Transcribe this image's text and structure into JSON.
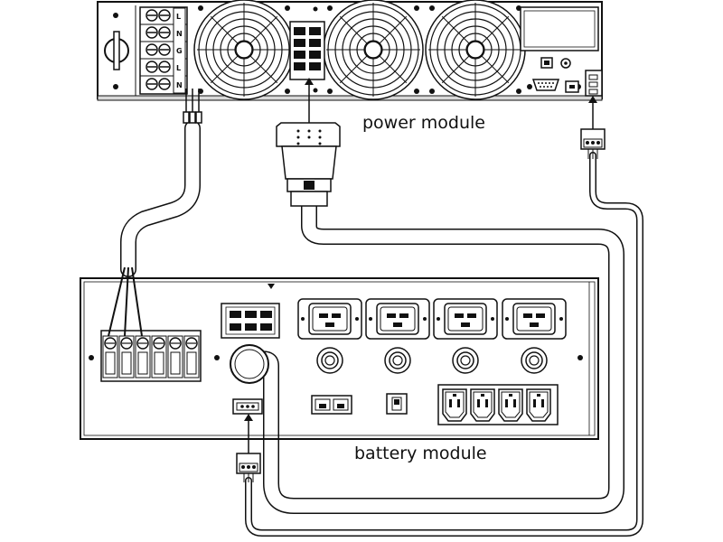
{
  "labels": {
    "power_module": "power module",
    "battery_module": "battery module"
  },
  "terminal_letters": [
    "L",
    "N",
    "G",
    "L",
    "N"
  ],
  "colors": {
    "line": "#111111",
    "panel_fill": "#ffffff",
    "panel_shade": "#d8d8d8",
    "cable_fill": "#ffffff"
  }
}
